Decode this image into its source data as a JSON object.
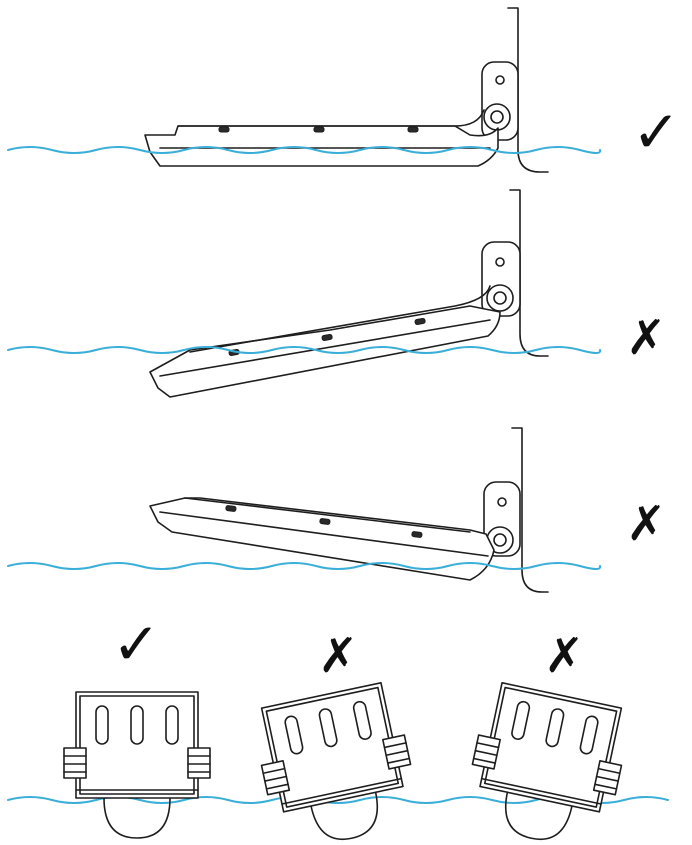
{
  "colors": {
    "water": "#3aaed8",
    "ink": "#1e1e1e",
    "mark": "#111111"
  },
  "marks": {
    "correct": "✓",
    "wrong": "✗"
  },
  "side_views": [
    {
      "id": "level",
      "verdict": "correct"
    },
    {
      "id": "tilted-down-toward-bow",
      "verdict": "wrong"
    },
    {
      "id": "tilted-down-toward-transom",
      "verdict": "wrong"
    }
  ],
  "rear_views": [
    {
      "id": "upright",
      "verdict": "correct"
    },
    {
      "id": "tilted-left",
      "verdict": "wrong"
    },
    {
      "id": "tilted-right",
      "verdict": "wrong"
    }
  ]
}
